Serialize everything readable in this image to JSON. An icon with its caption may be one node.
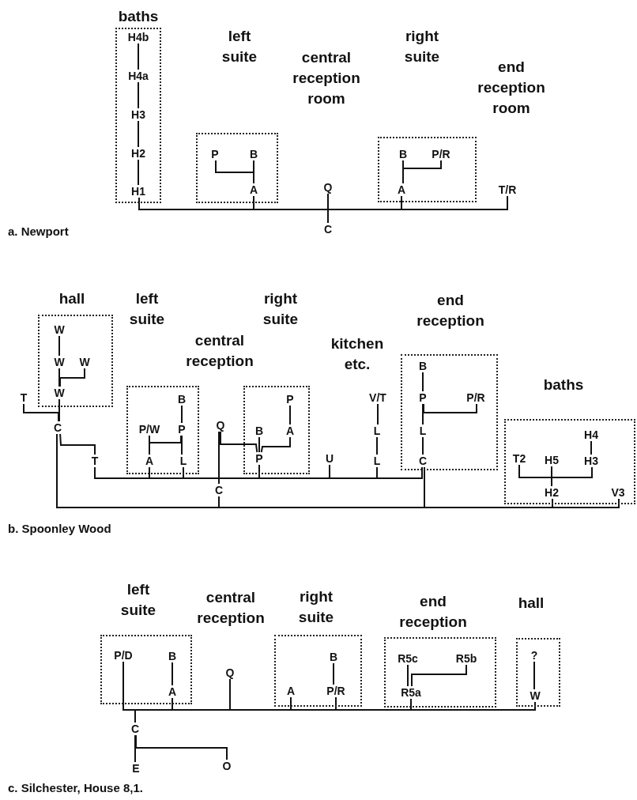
{
  "diagram": {
    "nodes": [
      {
        "text": [
          "baths"
        ]
      },
      {
        "text": [
          "H4b"
        ],
        "in": 0
      },
      {
        "text": [
          "H4a"
        ],
        "in": 0
      },
      {
        "text": [
          "H3"
        ],
        "in": 0
      },
      {
        "text": [
          "H2"
        ],
        "in": 0
      },
      {
        "text": [
          "H1"
        ],
        "in": 0
      },
      {
        "text": [
          "left suite"
        ]
      },
      {
        "text": [
          "P"
        ],
        "in": 6
      },
      {
        "text": [
          "B"
        ],
        "in": 6
      },
      {
        "text": [
          "A"
        ],
        "in": 6
      },
      {
        "text": [
          "Q"
        ]
      },
      {
        "text": [
          "right suite"
        ]
      },
      {
        "text": [
          "B"
        ],
        "in": 11
      },
      {
        "text": [
          "P/R"
        ],
        "in": 11
      },
      {
        "text": [
          "A"
        ],
        "in": 11
      },
      {
        "text": [
          "T/R"
        ]
      },
      {
        "text": [
          "C"
        ]
      },
      {
        "text": [
          "hall"
        ]
      },
      {
        "text": [
          "W"
        ],
        "in": 17
      },
      {
        "text": [
          "W"
        ],
        "in": 17
      },
      {
        "text": [
          "W"
        ],
        "in": 17
      },
      {
        "text": [
          "W"
        ],
        "in": 17
      },
      {
        "text": [
          "T"
        ]
      },
      {
        "text": [
          "C"
        ]
      },
      {
        "text": [
          "T"
        ]
      },
      {
        "text": [
          "left suite"
        ]
      },
      {
        "text": [
          "B"
        ],
        "in": 25
      },
      {
        "text": [
          "P/W"
        ],
        "in": 25
      },
      {
        "text": [
          "P"
        ],
        "in": 25
      },
      {
        "text": [
          "A"
        ],
        "in": 25
      },
      {
        "text": [
          "L"
        ],
        "in": 25
      },
      {
        "text": [
          "Q"
        ]
      },
      {
        "text": [
          "right suite"
        ]
      },
      {
        "text": [
          "P"
        ],
        "in": 32
      },
      {
        "text": [
          "B"
        ],
        "in": 32
      },
      {
        "text": [
          "A"
        ],
        "in": 32
      },
      {
        "text": [
          "P"
        ],
        "in": 32
      },
      {
        "text": [
          "U"
        ]
      },
      {
        "text": [
          "V/T"
        ]
      },
      {
        "text": [
          "L"
        ]
      },
      {
        "text": [
          "L"
        ]
      },
      {
        "text": [
          "end reception"
        ]
      },
      {
        "text": [
          "B"
        ],
        "in": 41
      },
      {
        "text": [
          "P"
        ],
        "in": 41
      },
      {
        "text": [
          "P/R"
        ],
        "in": 41
      },
      {
        "text": [
          "L"
        ],
        "in": 41
      },
      {
        "text": [
          "C"
        ],
        "in": 41
      },
      {
        "text": [
          "baths"
        ]
      },
      {
        "text": [
          "H4"
        ],
        "in": 47
      },
      {
        "text": [
          "T2"
        ],
        "in": 47
      },
      {
        "text": [
          "H5"
        ],
        "in": 47
      },
      {
        "text": [
          "H3"
        ],
        "in": 47
      },
      {
        "text": [
          "H2"
        ],
        "in": 47
      },
      {
        "text": [
          "V3"
        ],
        "in": 47
      },
      {
        "text": [
          "C"
        ]
      },
      {
        "text": [
          "left suite"
        ]
      },
      {
        "text": [
          "P/D"
        ],
        "in": 55
      },
      {
        "text": [
          "B"
        ],
        "in": 55
      },
      {
        "text": [
          "A"
        ],
        "in": 55
      },
      {
        "text": [
          "Q"
        ]
      },
      {
        "text": [
          "right suite"
        ]
      },
      {
        "text": [
          "B"
        ],
        "in": 60
      },
      {
        "text": [
          "A"
        ],
        "in": 60
      },
      {
        "text": [
          "P/R"
        ],
        "in": 60
      },
      {
        "text": [
          "end reception"
        ]
      },
      {
        "text": [
          "R5c"
        ],
        "in": 64
      },
      {
        "text": [
          "R5b"
        ],
        "in": 64
      },
      {
        "text": [
          "R5a"
        ],
        "in": 64
      },
      {
        "text": [
          "hall"
        ]
      },
      {
        "text": [
          "?"
        ],
        "in": 68
      },
      {
        "text": [
          "W"
        ],
        "in": 68
      },
      {
        "text": [
          "C"
        ]
      },
      {
        "text": [
          "E"
        ]
      },
      {
        "text": [
          "O"
        ]
      }
    ],
    "edges": [
      {
        "from": 1,
        "to": 2,
        "arrow": "none"
      },
      {
        "from": 2,
        "to": 3,
        "arrow": "none"
      },
      {
        "from": 3,
        "to": 4,
        "arrow": "none"
      },
      {
        "from": 4,
        "to": 5,
        "arrow": "none"
      },
      {
        "from": 7,
        "to": 9,
        "arrow": "none"
      },
      {
        "from": 8,
        "to": 9,
        "arrow": "none"
      },
      {
        "from": 12,
        "to": 14,
        "arrow": "none"
      },
      {
        "from": 13,
        "to": 14,
        "arrow": "none"
      },
      {
        "from": 16,
        "to": 5,
        "arrow": "none"
      },
      {
        "from": 16,
        "to": 9,
        "arrow": "none"
      },
      {
        "from": 16,
        "to": 10,
        "arrow": "none"
      },
      {
        "from": 16,
        "to": 14,
        "arrow": "none"
      },
      {
        "from": 16,
        "to": 15,
        "arrow": "none"
      },
      {
        "from": 18,
        "to": 19,
        "arrow": "none"
      },
      {
        "from": 19,
        "to": 21,
        "arrow": "none"
      },
      {
        "from": 20,
        "to": 21,
        "arrow": "none"
      },
      {
        "from": 21,
        "to": 23,
        "arrow": "none"
      },
      {
        "from": 22,
        "to": 23,
        "arrow": "none"
      },
      {
        "from": 23,
        "to": 24,
        "arrow": "none"
      },
      {
        "from": 26,
        "to": 28,
        "arrow": "none"
      },
      {
        "from": 28,
        "to": 30,
        "arrow": "none"
      },
      {
        "from": 27,
        "to": 29,
        "arrow": "none"
      },
      {
        "from": 27,
        "to": 28,
        "arrow": "none"
      },
      {
        "from": 33,
        "to": 35,
        "arrow": "none"
      },
      {
        "from": 34,
        "to": 36,
        "arrow": "none"
      },
      {
        "from": 35,
        "to": 36,
        "arrow": "none"
      },
      {
        "from": 31,
        "to": 36,
        "arrow": "none"
      },
      {
        "from": 38,
        "to": 39,
        "arrow": "none"
      },
      {
        "from": 39,
        "to": 40,
        "arrow": "none"
      },
      {
        "from": 42,
        "to": 43,
        "arrow": "none"
      },
      {
        "from": 43,
        "to": 45,
        "arrow": "none"
      },
      {
        "from": 43,
        "to": 44,
        "arrow": "none"
      },
      {
        "from": 45,
        "to": 46,
        "arrow": "none"
      },
      {
        "from": 48,
        "to": 51,
        "arrow": "none"
      },
      {
        "from": 49,
        "to": 52,
        "arrow": "none"
      },
      {
        "from": 50,
        "to": 52,
        "arrow": "none"
      },
      {
        "from": 51,
        "to": 52,
        "arrow": "none"
      },
      {
        "from": 54,
        "to": 24,
        "arrow": "none"
      },
      {
        "from": 54,
        "to": 29,
        "arrow": "none"
      },
      {
        "from": 54,
        "to": 30,
        "arrow": "none"
      },
      {
        "from": 54,
        "to": 31,
        "arrow": "none"
      },
      {
        "from": 54,
        "to": 36,
        "arrow": "none"
      },
      {
        "from": 54,
        "to": 37,
        "arrow": "none"
      },
      {
        "from": 54,
        "to": 40,
        "arrow": "none"
      },
      {
        "from": 54,
        "to": 46,
        "arrow": "none"
      },
      {
        "from": 54,
        "to": 23,
        "arrow": "none"
      },
      {
        "from": 54,
        "to": 46,
        "arrow": "none"
      },
      {
        "from": 54,
        "to": 52,
        "arrow": "none"
      },
      {
        "from": 54,
        "to": 53,
        "arrow": "none"
      },
      {
        "from": 57,
        "to": 58,
        "arrow": "none"
      },
      {
        "from": 61,
        "to": 63,
        "arrow": "none"
      },
      {
        "from": 65,
        "to": 67,
        "arrow": "none"
      },
      {
        "from": 66,
        "to": 67,
        "arrow": "none"
      },
      {
        "from": 69,
        "to": 70,
        "arrow": "none"
      },
      {
        "from": 71,
        "to": 56,
        "arrow": "none"
      },
      {
        "from": 71,
        "to": 58,
        "arrow": "none"
      },
      {
        "from": 71,
        "to": 59,
        "arrow": "none"
      },
      {
        "from": 71,
        "to": 62,
        "arrow": "none"
      },
      {
        "from": 71,
        "to": 63,
        "arrow": "none"
      },
      {
        "from": 71,
        "to": 67,
        "arrow": "none"
      },
      {
        "from": 71,
        "to": 70,
        "arrow": "none"
      },
      {
        "from": 71,
        "to": 72,
        "arrow": "none"
      },
      {
        "from": 71,
        "to": 73,
        "arrow": "none"
      }
    ],
    "labels": [
      "central reception room",
      "end reception room",
      "a. Newport",
      "central reception",
      "kitchen etc.",
      "b. Spoonley Wood",
      "central reception",
      "c. Silchester, House 8,1."
    ]
  }
}
